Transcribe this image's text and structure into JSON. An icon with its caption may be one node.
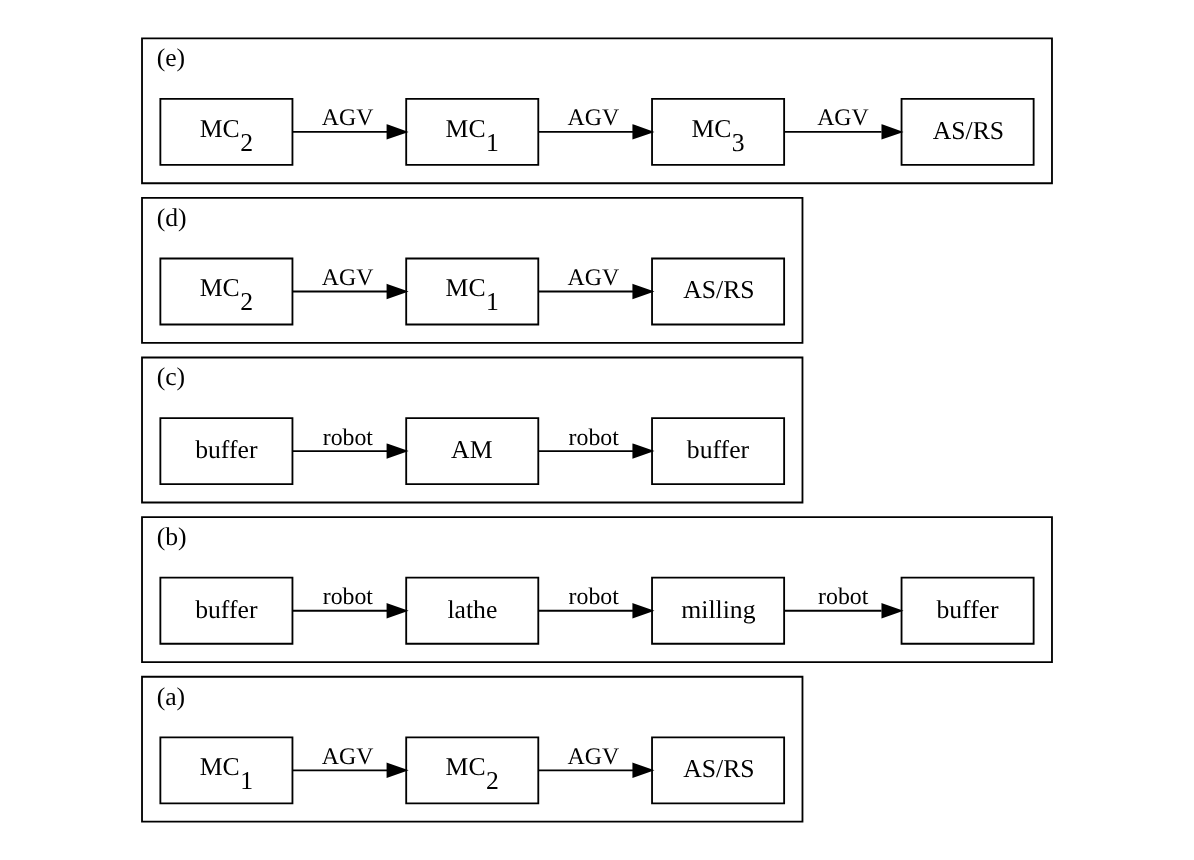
{
  "diagram": {
    "nodes": [
      {
        "text": [
          "(a)"
        ]
      },
      {
        "text": [
          "MC$_{1}$"
        ],
        "in": 0
      },
      {
        "text": [
          "MC$_{2}$"
        ],
        "in": 0
      },
      {
        "text": [
          "AS/RS"
        ],
        "in": 0
      },
      {
        "text": [
          "(b)"
        ]
      },
      {
        "text": [
          "buffer"
        ],
        "in": 4
      },
      {
        "text": [
          "lathe"
        ],
        "in": 4
      },
      {
        "text": [
          "milling"
        ],
        "in": 4
      },
      {
        "text": [
          "buffer"
        ],
        "in": 4
      },
      {
        "text": [
          "(c)"
        ]
      },
      {
        "text": [
          "buffer"
        ],
        "in": 9
      },
      {
        "text": [
          "AM"
        ],
        "in": 9
      },
      {
        "text": [
          "buffer"
        ],
        "in": 9
      },
      {
        "text": [
          "(d)"
        ]
      },
      {
        "text": [
          "MC$_{2}$"
        ],
        "in": 13
      },
      {
        "text": [
          "MC$_{1}$"
        ],
        "in": 13
      },
      {
        "text": [
          "AS/RS"
        ],
        "in": 13
      },
      {
        "text": [
          "(e)"
        ]
      },
      {
        "text": [
          "MC$_{2}$"
        ],
        "in": 17
      },
      {
        "text": [
          "MC$_{1}$"
        ],
        "in": 17
      },
      {
        "text": [
          "MC$_{3}$"
        ],
        "in": 17
      },
      {
        "text": [
          "AS/RS"
        ],
        "in": 17
      }
    ],
    "edges": [
      {
        "from": 1,
        "to": 2,
        "arrow": "to",
        "label": "AGV"
      },
      {
        "from": 2,
        "to": 3,
        "arrow": "to",
        "label": "AGV"
      },
      {
        "from": 5,
        "to": 6,
        "arrow": "to",
        "label": "robot"
      },
      {
        "from": 6,
        "to": 7,
        "arrow": "to",
        "label": "robot"
      },
      {
        "from": 7,
        "to": 8,
        "arrow": "to",
        "label": "robot"
      },
      {
        "from": 10,
        "to": 11,
        "arrow": "to",
        "label": "robot"
      },
      {
        "from": 11,
        "to": 12,
        "arrow": "to",
        "label": "robot"
      },
      {
        "from": 14,
        "to": 15,
        "arrow": "to",
        "label": "AGV"
      },
      {
        "from": 15,
        "to": 16,
        "arrow": "to",
        "label": "AGV"
      },
      {
        "from": 18,
        "to": 19,
        "arrow": "to",
        "label": "AGV"
      },
      {
        "from": 19,
        "to": 20,
        "arrow": "to",
        "label": "AGV"
      },
      {
        "from": 20,
        "to": 21,
        "arrow": "to",
        "label": "AGV"
      }
    ]
  }
}
